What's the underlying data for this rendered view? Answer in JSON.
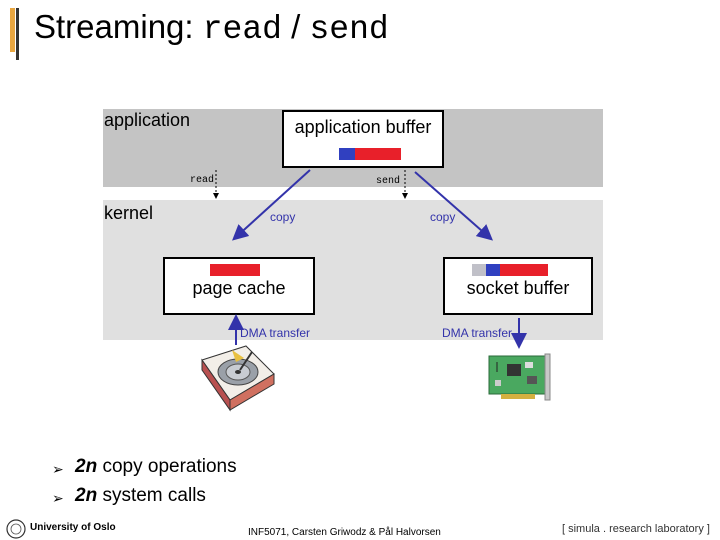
{
  "title": {
    "prefix": "Streaming:",
    "code_read": "read",
    "slash": "/",
    "code_send": "send"
  },
  "diagram": {
    "application_label": "application",
    "kernel_label": "kernel",
    "application_buffer": "application buffer",
    "read_call": "read",
    "send_call": "send",
    "copy_left": "copy",
    "copy_right": "copy",
    "page_cache": "page cache",
    "socket_buffer": "socket buffer",
    "dma_left": "DMA transfer",
    "dma_right": "DMA transfer"
  },
  "bullets": [
    {
      "bold": "2n",
      "text": " copy operations"
    },
    {
      "bold": "2n",
      "text": " system calls"
    }
  ],
  "footer": {
    "university": "University of Oslo",
    "course": "INF5071, Carsten Griwodz & Pål Halvorsen",
    "lab": "[ simula . research laboratory ]"
  },
  "colors": {
    "data_red": "#e8202a",
    "data_blue": "#3040c0",
    "data_grey": "#c0c0c8",
    "arrow": "#3333aa"
  }
}
